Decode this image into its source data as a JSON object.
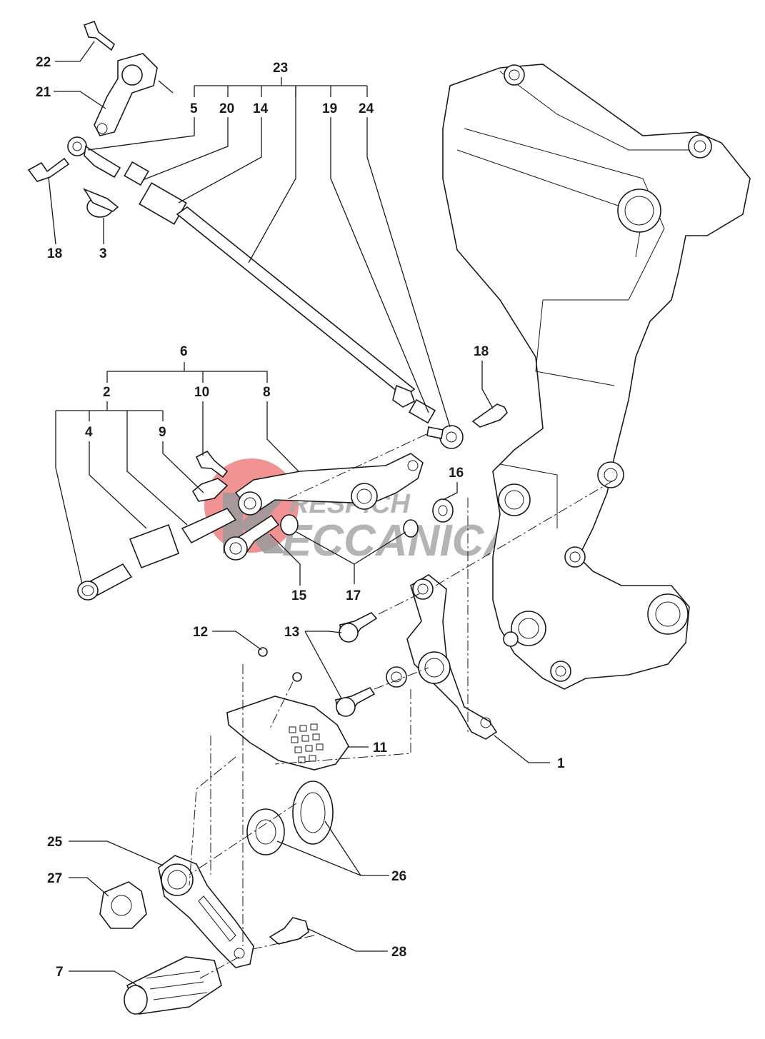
{
  "labels": {
    "l1": "1",
    "l2": "2",
    "l3": "3",
    "l4": "4",
    "l5": "5",
    "l6": "6",
    "l7": "7",
    "l8": "8",
    "l9": "9",
    "l10": "10",
    "l11": "11",
    "l12": "12",
    "l13": "13",
    "l14": "14",
    "l15": "15",
    "l16": "16",
    "l17": "17",
    "l18a": "18",
    "l18b": "18",
    "l19": "19",
    "l20": "20",
    "l21": "21",
    "l22": "22",
    "l23": "23",
    "l24": "24",
    "l25": "25",
    "l26": "26",
    "l27": "27",
    "l28": "28"
  },
  "watermark": {
    "line1": "RESPICH",
    "line2": "ECCANICA",
    "accent_color": "#e83a3a",
    "text_color": "#a8a8a8"
  }
}
